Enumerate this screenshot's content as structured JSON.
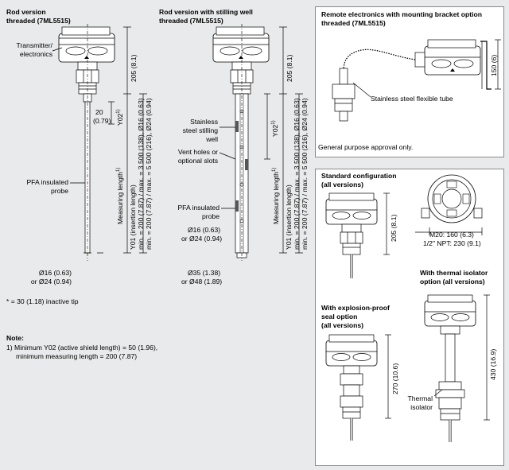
{
  "col1": {
    "title": "Rod version",
    "title2": "threaded (7ML5515)",
    "transmitter_label": "Transmitter/",
    "transmitter_label2": "electronics",
    "dim_top": "205 (8.1)",
    "dim_20": "20",
    "dim_20b": "(0.79)",
    "dim_y02": "Y02",
    "dim_y02_sup": "1)",
    "measuring_length": "Measuring length",
    "measuring_sup": "1)",
    "y01": "Y01 (insertion length)",
    "min16": "min. = 200 (7.87) / max. = 3 500 (138), Ø16 (0.63)",
    "min24": "min. = 200 (7.87) / max. = 5 500 (216), Ø24 (0.94)",
    "pfa_label": "PFA insulated",
    "pfa_label2": "probe",
    "dia1": "Ø16 (0.63)",
    "dia2": "or Ø24 (0.94)",
    "inactive": "* = 30 (1.18) inactive tip"
  },
  "col2": {
    "title": "Rod version with stilling well",
    "title2": "threaded (7ML5515)",
    "dim_top": "205 (8.1)",
    "stainless": "Stainless",
    "stainless2": "steel stilling",
    "stainless3": "well",
    "vent": "Vent holes or",
    "vent2": "optional slots",
    "y02": "Y02",
    "y02_sup": "1)",
    "measuring_length": "Measuring length",
    "measuring_sup": "1)",
    "y01": "Y01 (insertion length)",
    "min16": "min. = 200 (7.87) / max. = 3 500 (138), Ø16 (0.63)",
    "min24": "min. = 200 (7.87) / max. = 5 500 (216), Ø24 (0.94)",
    "pfa_label": "PFA insulated",
    "pfa_label2": "probe",
    "dia_a": "Ø16 (0.63)",
    "dia_b": "or Ø24 (0.94)",
    "dia_c": "Ø35 (1.38)",
    "dia_d": "or Ø48 (1.89)"
  },
  "remote": {
    "title": "Remote electronics with mounting bracket option",
    "title2": "threaded (7ML5515)",
    "dim": "150 (6)",
    "tube": "Stainless steel flexible tube",
    "approval": "General purpose approval only."
  },
  "standard": {
    "title": "Standard configuration",
    "title2": "(all versions)",
    "dim": "205 (8.1)",
    "m20": "M20: 160 (6.3)",
    "npt": "1/2\" NPT: 230 (9.1)"
  },
  "thermal": {
    "title": "With thermal isolator",
    "title2": "option (all versions)",
    "dim": "430 (16.9)",
    "iso": "Thermal",
    "iso2": "isolator"
  },
  "explosion": {
    "title": "With explosion-proof",
    "title2": "seal option",
    "title3": "(all versions)",
    "dim": "270 (10.6)"
  },
  "note": {
    "title": "Note:",
    "line1": "1) Minimum Y02 (active shield length) = 50 (1.96),",
    "line2": "minimum measuring length = 200 (7.87)"
  }
}
